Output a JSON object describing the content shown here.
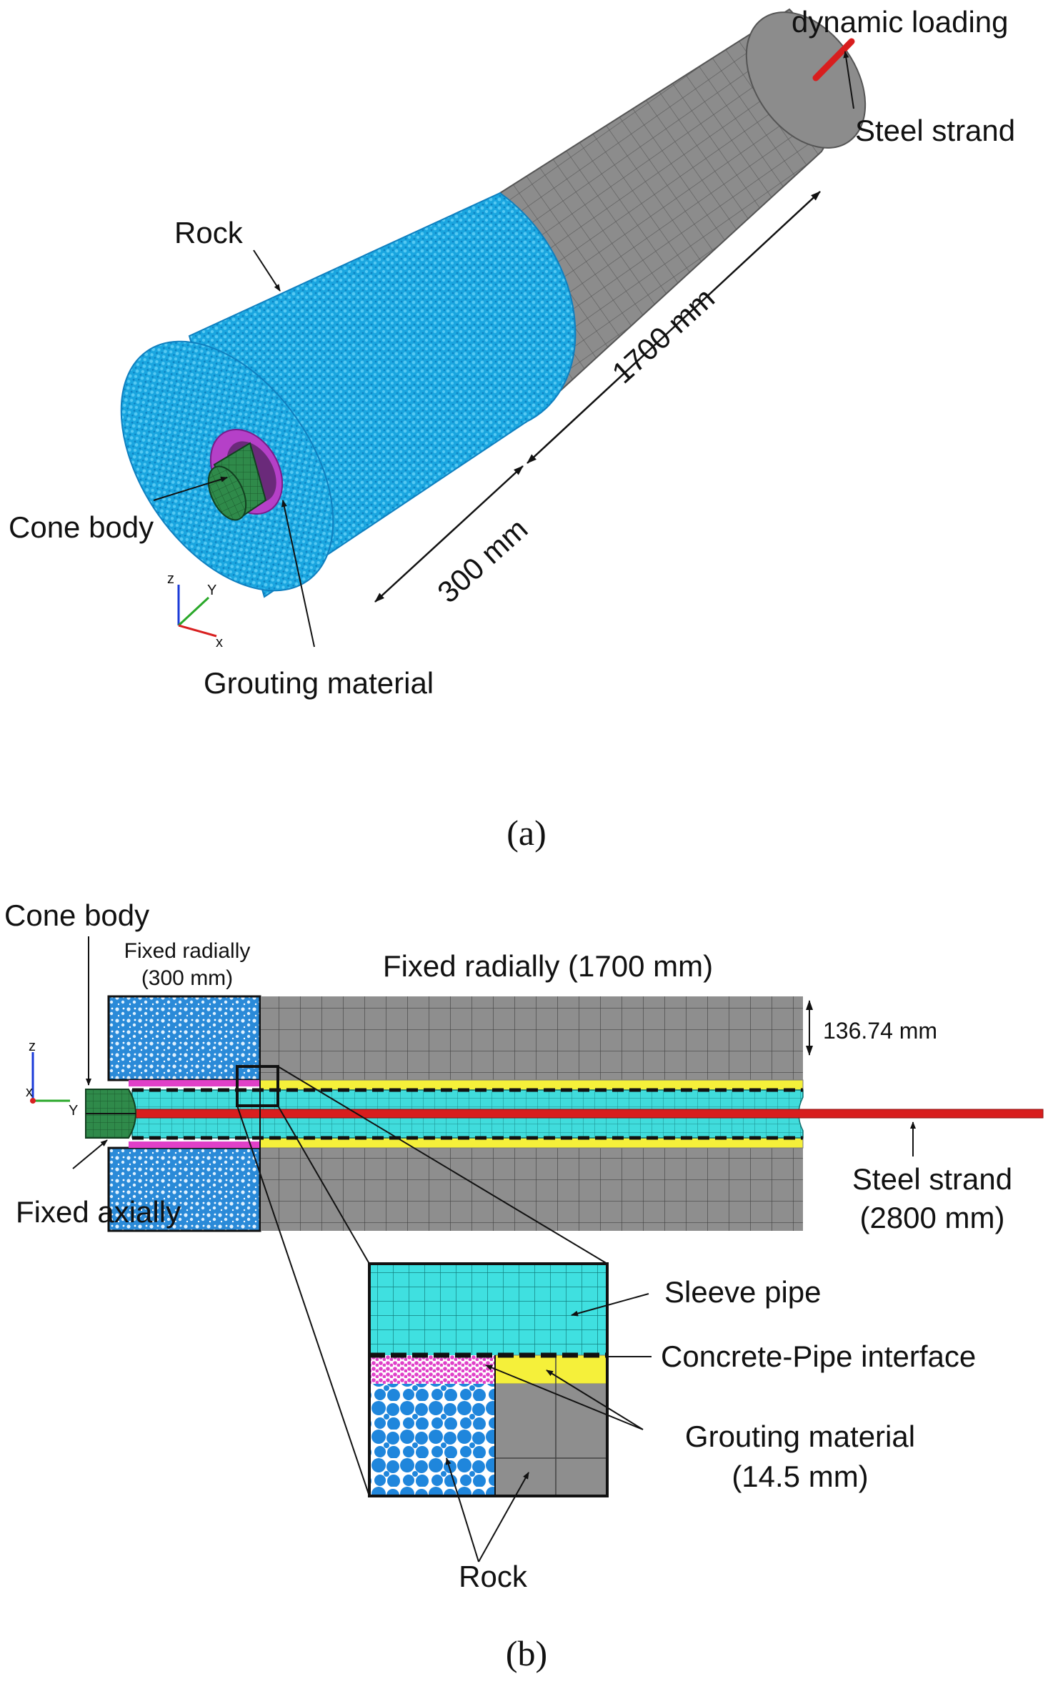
{
  "panel_a": {
    "caption": "(a)",
    "labels": {
      "dynamic_loading": "dynamic loading",
      "steel_strand": "Steel strand",
      "rock": "Rock",
      "length_1700": "1700 mm",
      "length_300": "300 mm",
      "cone_body": "Cone body",
      "grouting_material": "Grouting material"
    },
    "axes": {
      "z": "z",
      "y": "Y",
      "x": "x"
    }
  },
  "panel_b": {
    "caption": "(b)",
    "labels": {
      "cone_body": "Cone body",
      "fixed_radially_short_1": "Fixed radially",
      "fixed_radially_short_2": "(300 mm)",
      "fixed_radially_long": "Fixed radially (1700 mm)",
      "radius": "136.74 mm",
      "steel_strand_1": "Steel strand",
      "steel_strand_2": "(2800 mm)",
      "fixed_axially": "Fixed axially",
      "sleeve_pipe": "Sleeve pipe",
      "interface": "Concrete-Pipe interface",
      "grouting_1": "Grouting material",
      "grouting_2": "(14.5 mm)",
      "rock": "Rock"
    },
    "axes": {
      "z": "z",
      "y": "Y",
      "x": "x"
    }
  },
  "colors": {
    "rock_particles": "#1e90e0",
    "mesh_grey": "#8a8a8a",
    "sleeve_cyan": "#3fe0e0",
    "grout_yellow": "#f5f03a",
    "grout_magenta": "#e040c8",
    "cone_green": "#2f8a4a",
    "strand_red": "#d81e1e"
  }
}
